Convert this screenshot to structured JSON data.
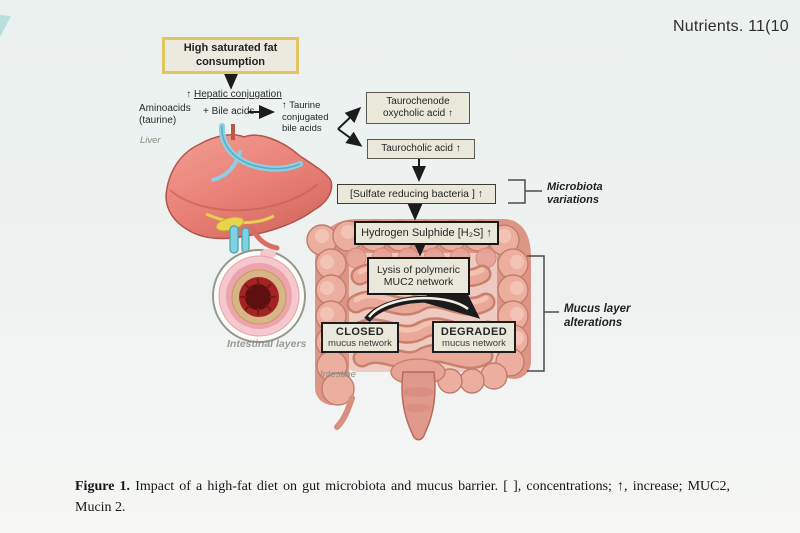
{
  "header": {
    "journal": "Nutrients. 11(10"
  },
  "diagram": {
    "high_fat_box": "High saturated fat consumption",
    "hepatic_prefix": "↑",
    "hepatic_label": "Hepatic conjugation",
    "aminoacids": "Aminoacids (taurine)",
    "bile_acids": "+ Bile acids",
    "taurine_conjugated": "↑ Taurine conjugated bile acids",
    "taurochenodeoxycholic_box": "Taurochenode oxycholic acid ↑",
    "taurocholic_box": "Taurocholic acid ↑",
    "sulfate_box": "[Sulfate reducing bacteria ] ↑",
    "h2s_box": "Hydrogen Sulphide [H₂S] ↑",
    "lysis_box": "Lysis of polymeric MUC2 network",
    "closed_title": "CLOSED",
    "closed_sub": "mucus network",
    "degraded_title": "DEGRADED",
    "degraded_sub": "mucus network",
    "microbiota_label": "Microbiota variations",
    "mucus_label": "Mucus layer alterations",
    "liver_label": "Liver",
    "intestinal_layers_label": "Intestinal layers",
    "intestine_label": "Intestine"
  },
  "caption": {
    "figure_label": "Figure 1.",
    "text": "Impact of a high-fat diet on gut microbiota and mucus barrier. [ ], concentrations; ↑, increase; MUC2, Mucin 2."
  },
  "colors": {
    "background": "#eef3f1",
    "box_fill": "#eae7db",
    "yellow_border": "#e2c55e",
    "teal_accent": "#b9e0dc",
    "liver_pink": "#ef9289",
    "intestine_salmon": "#ecaf9f",
    "cross_section_red": "#a32222"
  }
}
